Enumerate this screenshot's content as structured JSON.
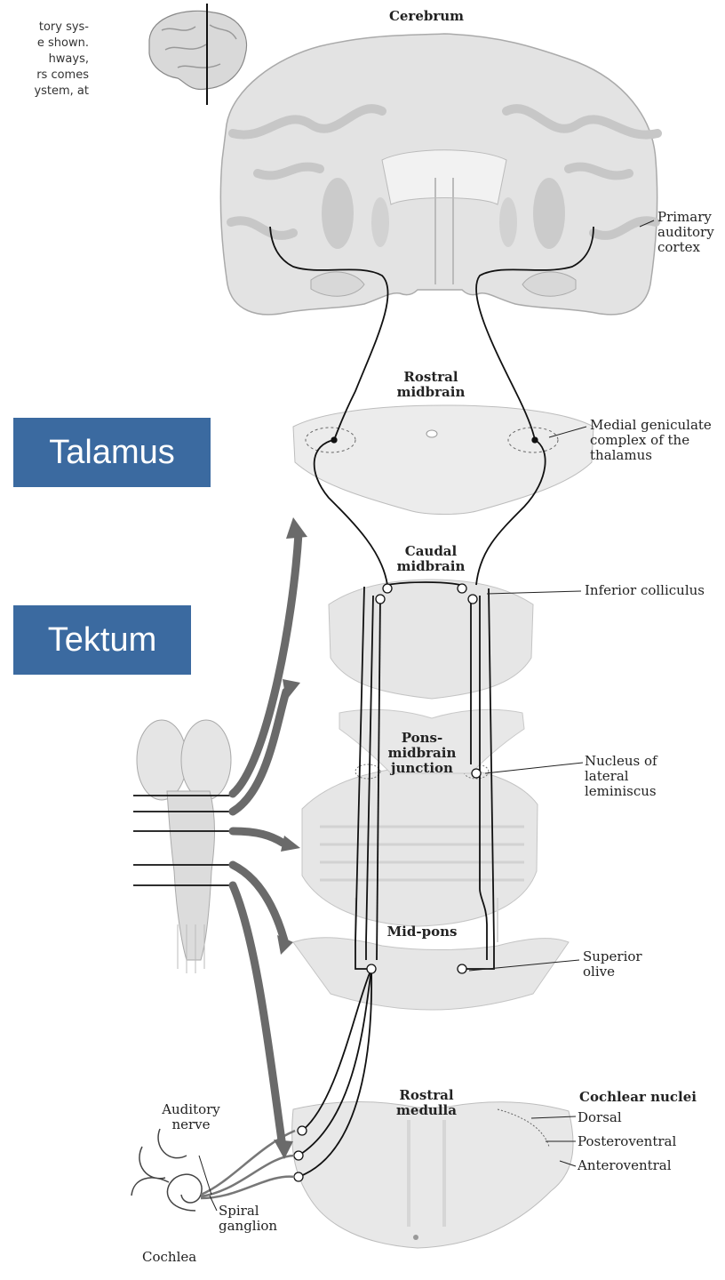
{
  "caption": [
    "tory sys-",
    "e shown.",
    "hways,",
    "rs comes",
    "ystem, at"
  ],
  "sections": {
    "cerebrum": "Cerebrum",
    "rostral_midbrain": [
      "Rostral",
      "midbrain"
    ],
    "caudal_midbrain": [
      "Caudal",
      "midbrain"
    ],
    "pons_midbrain": [
      "Pons-",
      "midbrain",
      "junction"
    ],
    "mid_pons": "Mid-pons",
    "rostral_medulla": [
      "Rostral",
      "medulla"
    ]
  },
  "labels": {
    "primary_auditory_cortex": [
      "Primary",
      "auditory",
      "cortex"
    ],
    "medial_geniculate": [
      "Medial geniculate",
      "complex of the",
      "thalamus"
    ],
    "inferior_colliculus": "Inferior colliculus",
    "nucleus_lateral_leminiscus": [
      "Nucleus of",
      "lateral",
      "leminiscus"
    ],
    "superior_olive": [
      "Superior",
      "olive"
    ],
    "cochlear_nuclei": "Cochlear nuclei",
    "dorsal": "Dorsal",
    "posteroventral": "Posteroventral",
    "anteroventral": "Anteroventral",
    "auditory_nerve": [
      "Auditory",
      "nerve"
    ],
    "spiral_ganglion": [
      "Spiral",
      "ganglion"
    ],
    "cochlea": "Cochlea"
  },
  "boxes": {
    "talamus": "Talamus",
    "tektum": "Tektum"
  },
  "colors": {
    "tissue": "#dedede",
    "tissue_dark": "#c4c4c4",
    "box": "#3b6aa0",
    "arrow": "#6a6a6a"
  }
}
